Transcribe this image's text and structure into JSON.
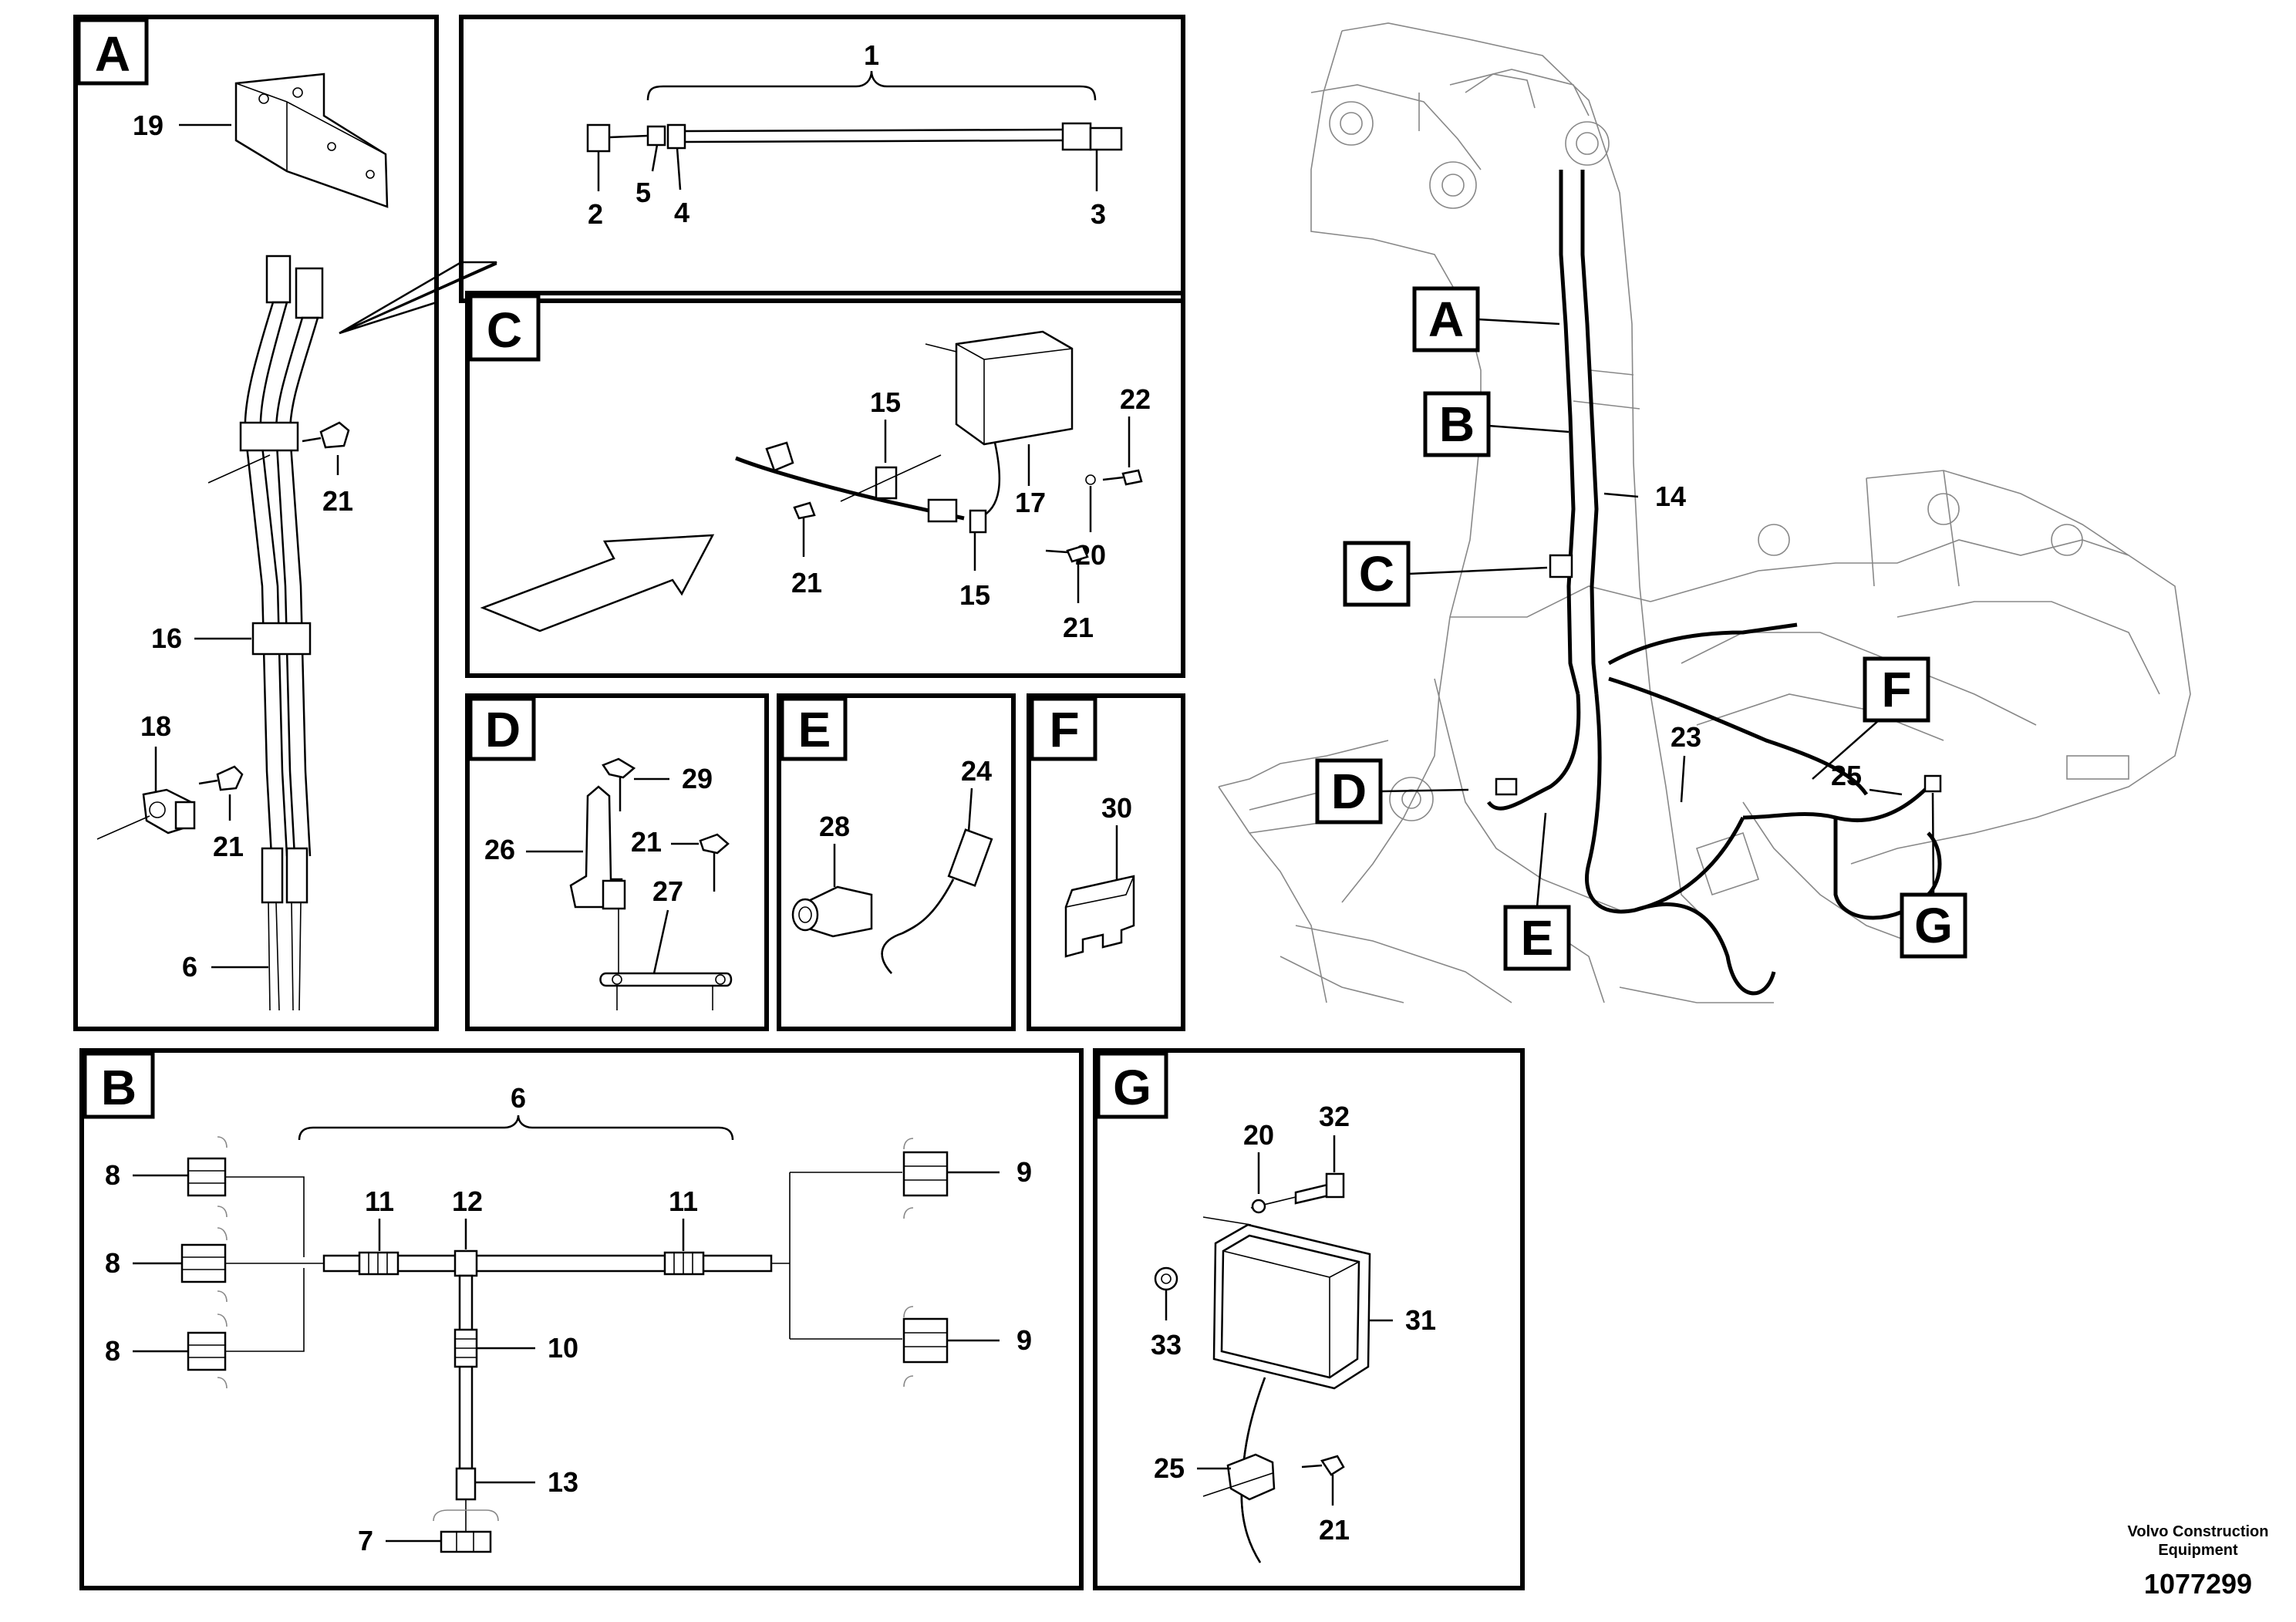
{
  "panels": {
    "A": {
      "letter": "A",
      "labels": [
        "19",
        "21",
        "16",
        "18",
        "21",
        "6"
      ]
    },
    "top": {
      "labels": [
        "1",
        "2",
        "5",
        "4",
        "3"
      ]
    },
    "C": {
      "letter": "C",
      "labels": [
        "22",
        "15",
        "20",
        "17",
        "21",
        "15",
        "21"
      ]
    },
    "D": {
      "letter": "D",
      "labels": [
        "29",
        "21",
        "26",
        "27"
      ]
    },
    "E": {
      "letter": "E",
      "labels": [
        "24",
        "28"
      ]
    },
    "F": {
      "letter": "F",
      "labels": [
        "30"
      ]
    },
    "B": {
      "letter": "B",
      "labels": [
        "6",
        "8",
        "8",
        "8",
        "11",
        "12",
        "11",
        "9",
        "9",
        "10",
        "13",
        "7"
      ]
    },
    "G": {
      "letter": "G",
      "labels": [
        "20",
        "32",
        "31",
        "33",
        "25",
        "21"
      ]
    },
    "overview": {
      "callouts": [
        "A",
        "B",
        "C",
        "D",
        "E",
        "F",
        "G"
      ],
      "labels": [
        "14",
        "23",
        "25"
      ]
    }
  },
  "footer": {
    "company_line1": "Volvo Construction",
    "company_line2": "Equipment",
    "drawing_number": "1077299"
  }
}
